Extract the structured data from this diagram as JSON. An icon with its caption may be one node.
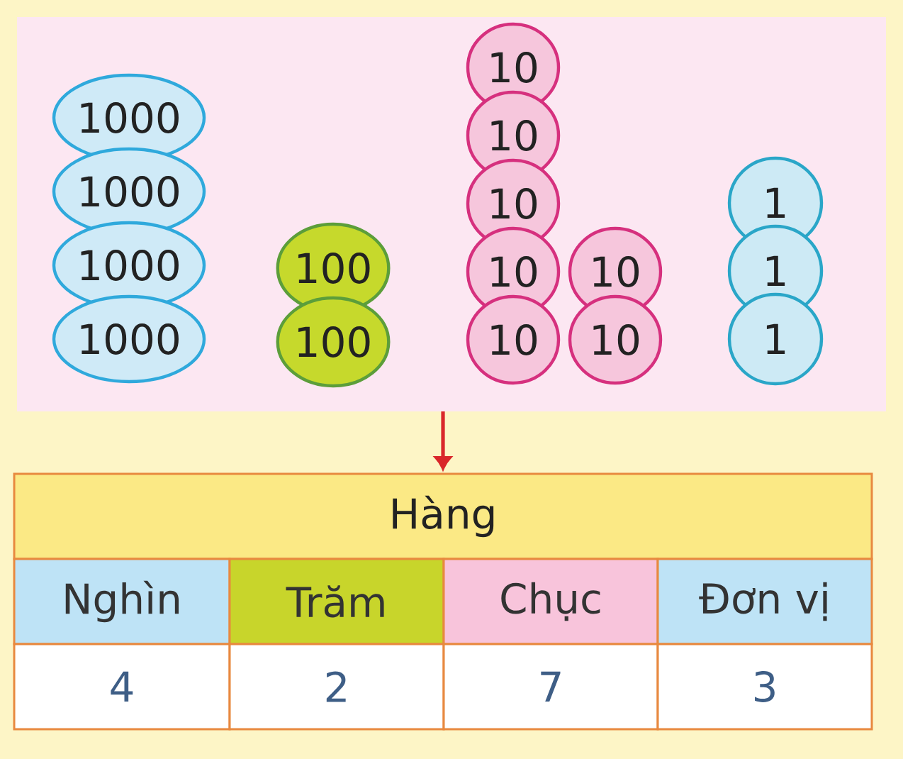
{
  "diagram": {
    "nodes": [
      {
        "text": [],
        "shape": "box"
      },
      {
        "text": [
          "1000"
        ],
        "in": 0
      },
      {
        "text": [
          "1000"
        ],
        "in": 0
      },
      {
        "text": [
          "1000"
        ],
        "in": 0
      },
      {
        "text": [
          "1000"
        ],
        "in": 0
      },
      {
        "text": [
          "100"
        ],
        "in": 0
      },
      {
        "text": [
          "100"
        ],
        "in": 0
      },
      {
        "text": [
          "10"
        ],
        "in": 0
      },
      {
        "text": [
          "10"
        ],
        "in": 0
      },
      {
        "text": [
          "10"
        ],
        "in": 0
      },
      {
        "text": [
          "10"
        ],
        "in": 0
      },
      {
        "text": [
          "10"
        ],
        "in": 0
      },
      {
        "text": [
          "10"
        ],
        "in": 0
      },
      {
        "text": [
          "10"
        ],
        "in": 0
      },
      {
        "text": [
          "1"
        ],
        "in": 0
      },
      {
        "text": [
          "1"
        ],
        "in": 0
      },
      {
        "text": [
          "1"
        ],
        "in": 0
      },
      {
        "text": [
          "Hàng"
        ]
      }
    ],
    "edges": [
      {
        "from": 0,
        "to": 17,
        "arrow": "to"
      }
    ],
    "labels": [
      "Nghìn",
      "Trăm",
      "Chục",
      "Đơn vị",
      "4",
      "2",
      "7",
      "3"
    ]
  }
}
